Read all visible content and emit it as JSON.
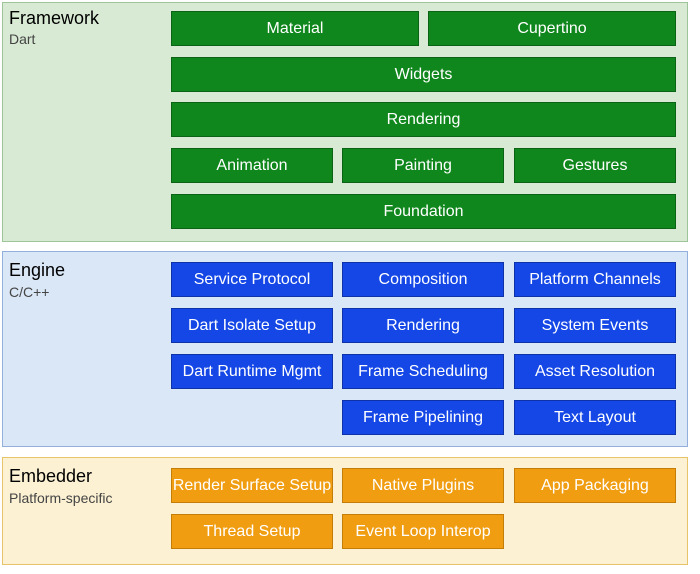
{
  "framework": {
    "title": "Framework",
    "subtitle": "Dart",
    "boxes": [
      "Material",
      "Cupertino",
      "Widgets",
      "Rendering",
      "Animation",
      "Painting",
      "Gestures",
      "Foundation"
    ]
  },
  "engine": {
    "title": "Engine",
    "subtitle": "C/C++",
    "boxes": [
      "Service Protocol",
      "Composition",
      "Platform Channels",
      "Dart Isolate Setup",
      "Rendering",
      "System Events",
      "Dart Runtime Mgmt",
      "Frame Scheduling",
      "Asset Resolution",
      "Frame Pipelining",
      "Text Layout"
    ]
  },
  "embedder": {
    "title": "Embedder",
    "subtitle": "Platform-specific",
    "boxes": [
      "Render Surface Setup",
      "Native Plugins",
      "App Packaging",
      "Thread Setup",
      "Event Loop Interop"
    ]
  },
  "colors": {
    "framework_box": "#10871d",
    "engine_box": "#1447e6",
    "embedder_box": "#f09d12",
    "framework_bg": "#d8ead3",
    "engine_bg": "#dae7f7",
    "embedder_bg": "#fcf1d3"
  }
}
